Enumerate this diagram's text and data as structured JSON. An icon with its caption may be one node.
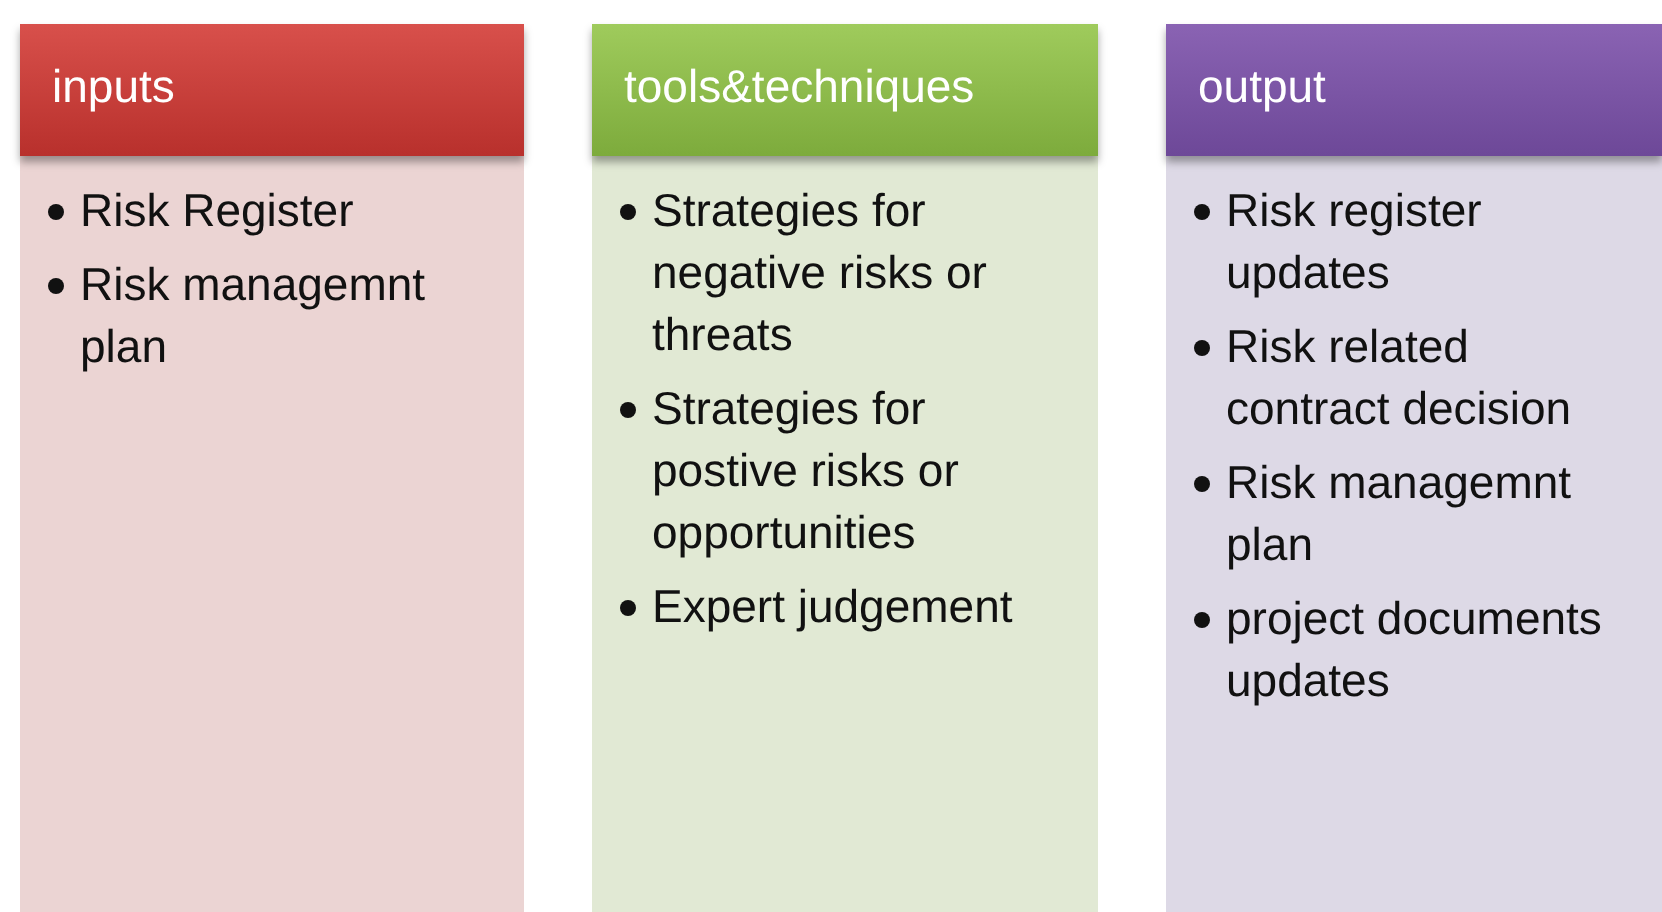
{
  "diagram": {
    "nodes": [
      {
        "text": [
          "inputs"
        ]
      },
      {
        "text": [
          "Risk Register",
          "Risk managemnt plan"
        ]
      },
      {
        "text": [
          "tools&techniques"
        ]
      },
      {
        "text": [
          "Strategies for negative risks or threats",
          "Strategies for postive risks or opportunities",
          "Expert judgement"
        ]
      },
      {
        "text": [
          "output"
        ]
      },
      {
        "text": [
          "Risk register updates",
          "Risk related contract decision",
          "Risk managemnt plan",
          "project documents updates"
        ]
      }
    ]
  }
}
